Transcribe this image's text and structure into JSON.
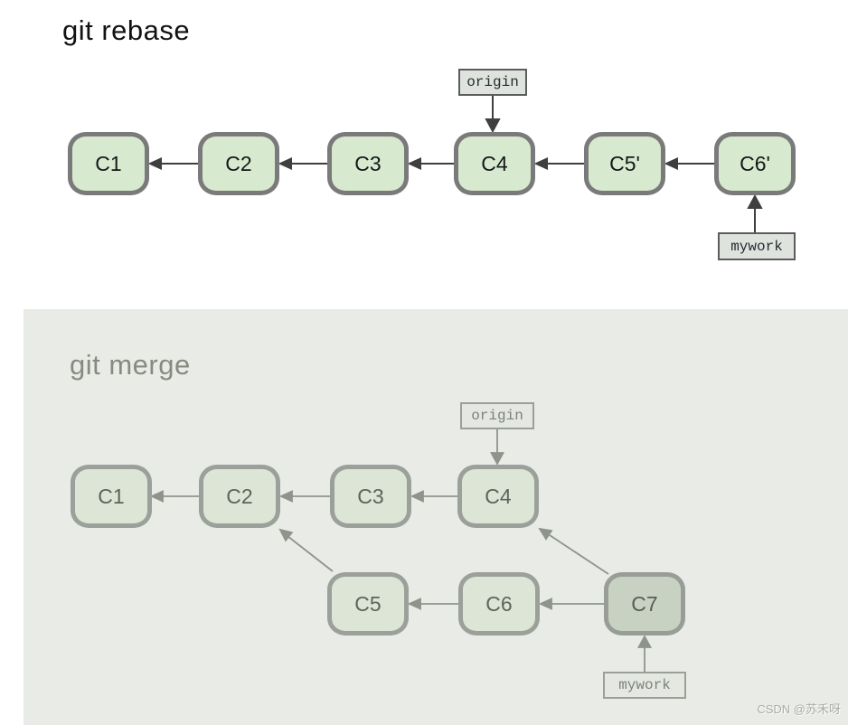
{
  "rebase": {
    "title": "git rebase",
    "origin_label": "origin",
    "mywork_label": "mywork",
    "nodes": [
      {
        "label": "C1"
      },
      {
        "label": "C2"
      },
      {
        "label": "C3"
      },
      {
        "label": "C4"
      },
      {
        "label": "C5'"
      },
      {
        "label": "C6'"
      }
    ],
    "edges": [
      {
        "from": "C2",
        "to": "C1"
      },
      {
        "from": "C3",
        "to": "C2"
      },
      {
        "from": "C4",
        "to": "C3"
      },
      {
        "from": "C5'",
        "to": "C4"
      },
      {
        "from": "C6'",
        "to": "C5'"
      },
      {
        "from": "origin",
        "to": "C4"
      },
      {
        "from": "mywork",
        "to": "C6'"
      }
    ],
    "colors": {
      "node_fill": "#d7e9cf",
      "node_border": "#7a7a7a",
      "arrow": "#3f3f3f",
      "label_fill": "#dfe3de",
      "title": "#121212"
    }
  },
  "merge": {
    "title": "git merge",
    "origin_label": "origin",
    "mywork_label": "mywork",
    "nodes_top": [
      {
        "label": "C1"
      },
      {
        "label": "C2"
      },
      {
        "label": "C3"
      },
      {
        "label": "C4"
      }
    ],
    "nodes_bottom": [
      {
        "label": "C5"
      },
      {
        "label": "C6"
      },
      {
        "label": "C7"
      }
    ],
    "edges": [
      {
        "from": "C2",
        "to": "C1"
      },
      {
        "from": "C3",
        "to": "C2"
      },
      {
        "from": "C4",
        "to": "C3"
      },
      {
        "from": "C6",
        "to": "C5"
      },
      {
        "from": "C7",
        "to": "C6"
      },
      {
        "from": "C5",
        "to": "C2"
      },
      {
        "from": "C7",
        "to": "C4"
      },
      {
        "from": "origin",
        "to": "C4"
      },
      {
        "from": "mywork",
        "to": "C7"
      }
    ],
    "colors": {
      "panel_bg": "#e9ebe7",
      "node_fill": "#dce5d6",
      "node_border": "#9ba19a",
      "node_fill_highlight": "#c8d2c3",
      "arrow": "#8e948c",
      "title": "#868a81"
    }
  },
  "watermark": "CSDN @苏禾呀"
}
